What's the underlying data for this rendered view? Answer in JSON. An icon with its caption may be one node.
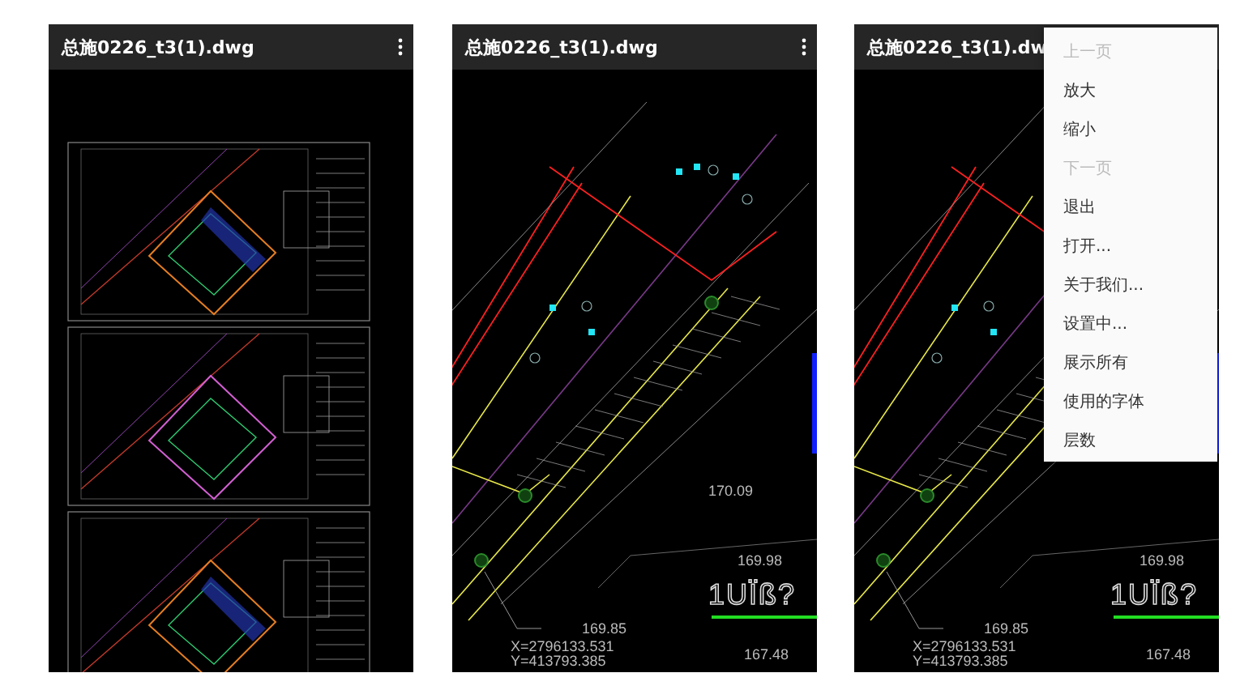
{
  "diagram": {
    "nodes": [
      {
        "text": [
          "总施0226_t3(1).dwg"
        ]
      },
      {
        "text": [
          "总施0226_t3(1).dwg"
        ]
      },
      {
        "text": [
          "总施0226_t3(1).dw"
        ]
      },
      {
        "text": [
          "上一页",
          "放大",
          "缩小",
          "下一页",
          "退出",
          "打开...",
          "关于我们...",
          "设置中...",
          "展示所有",
          "使用的字体",
          "层数"
        ],
        "in": 2
      }
    ],
    "edges": [],
    "labels": [
      "170.09",
      "169.98",
      "1UÏß?",
      "169.85",
      "X=2796133.531",
      "Y=413793.385",
      "167.48",
      "169.98",
      "1UÏß?",
      "169.85",
      "X=2796133.531",
      "Y=413793.385",
      "167.48"
    ]
  }
}
